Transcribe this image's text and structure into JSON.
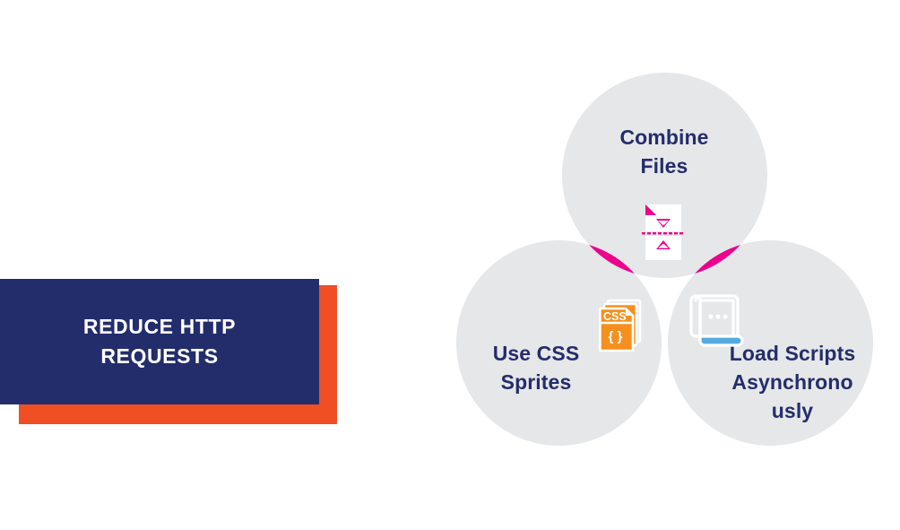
{
  "page": {
    "background_color": "#FFFFFF"
  },
  "callout": {
    "title": "REDUCE HTTP REQUESTS",
    "panel_color": "#242D6B",
    "shadow_color": "#F04E23",
    "text_color": "#FFFFFF"
  },
  "venn": {
    "circle_fill": "#E6E7E8",
    "label_color": "#242D6B",
    "circles": [
      {
        "id": "combine-files",
        "label_lines": [
          "Combine",
          "Files"
        ],
        "lens_color": "#EC008C",
        "icon_name": "combine-documents-icon"
      },
      {
        "id": "use-css-sprites",
        "label_lines": [
          "Use CSS",
          "Sprites"
        ],
        "lens_color": "#F5901E",
        "icon_name": "css-file-stack-icon",
        "icon_text": "CSS",
        "icon_braces": "{ }"
      },
      {
        "id": "load-scripts-asynchronously",
        "label_lines": [
          "Load Scripts",
          "Asynchrono",
          "usly"
        ],
        "lens_color": "#55AADD",
        "icon_name": "script-scroll-icon"
      }
    ]
  }
}
